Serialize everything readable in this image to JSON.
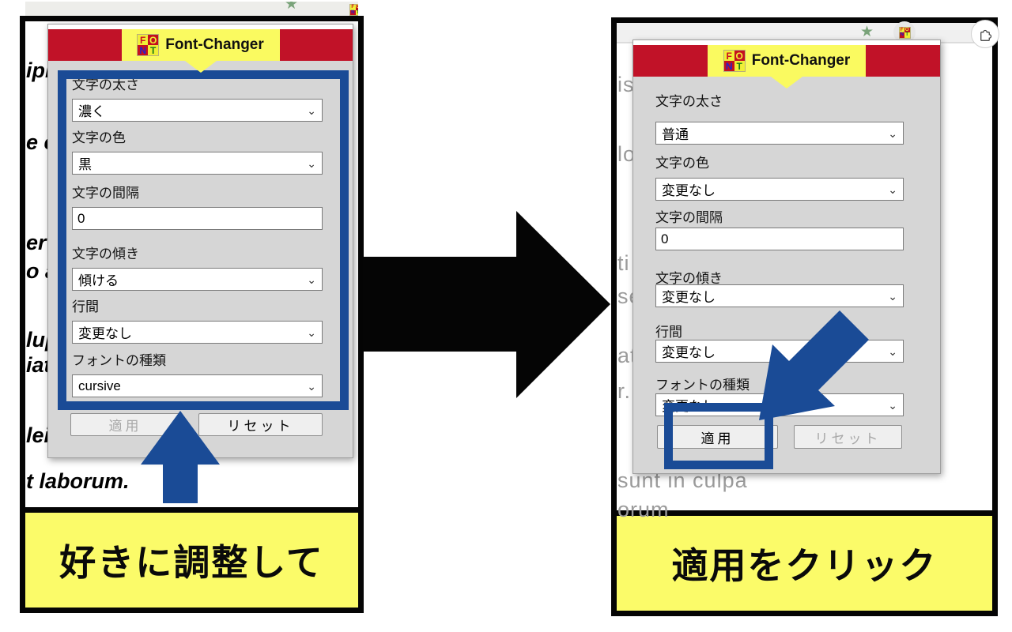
{
  "colors": {
    "annotation_blue": "#1a4b96",
    "brand_red": "#c11228",
    "brand_yellow": "#fafa60",
    "caption_yellow": "#fbfb69",
    "popup_gray": "#d6d6d6"
  },
  "icons": {
    "bookmark_star": "★",
    "select_chevron": "⌄"
  },
  "logo": {
    "f": "F",
    "o": "O",
    "n": "N",
    "t": "T"
  },
  "left_panel": {
    "caption": "好きに調整して",
    "page_fragments": [
      "ipi",
      "e e",
      "er",
      "o a",
      "lup",
      "iat",
      "lei",
      "t laborum."
    ],
    "popup": {
      "title": "Font-Changer",
      "fields": [
        {
          "label": "文字の太さ",
          "value": "濃く"
        },
        {
          "label": "文字の色",
          "value": "黒"
        },
        {
          "label": "文字の間隔",
          "value": "0"
        },
        {
          "label": "文字の傾き",
          "value": "傾ける"
        },
        {
          "label": "行間",
          "value": "変更なし"
        },
        {
          "label": "フォントの種類",
          "value": "cursive"
        }
      ],
      "apply_label": "適用",
      "reset_label": "リセット",
      "apply_enabled": false,
      "reset_enabled": true
    }
  },
  "right_panel": {
    "caption": "適用をクリック",
    "page_fragments": [
      "is",
      "lo",
      "ti",
      "se",
      "at",
      "r.",
      "sunt in culpa",
      "orum"
    ],
    "popup": {
      "title": "Font-Changer",
      "fields": [
        {
          "label": "文字の太さ",
          "value": "普通"
        },
        {
          "label": "文字の色",
          "value": "変更なし"
        },
        {
          "label": "文字の間隔",
          "value": "0"
        },
        {
          "label": "文字の傾き",
          "value": "変更なし"
        },
        {
          "label": "行間",
          "value": "変更なし"
        },
        {
          "label": "フォントの種類",
          "value": "変更なし"
        }
      ],
      "apply_label": "適用",
      "reset_label": "リセット",
      "apply_enabled": true,
      "reset_enabled": false
    }
  }
}
